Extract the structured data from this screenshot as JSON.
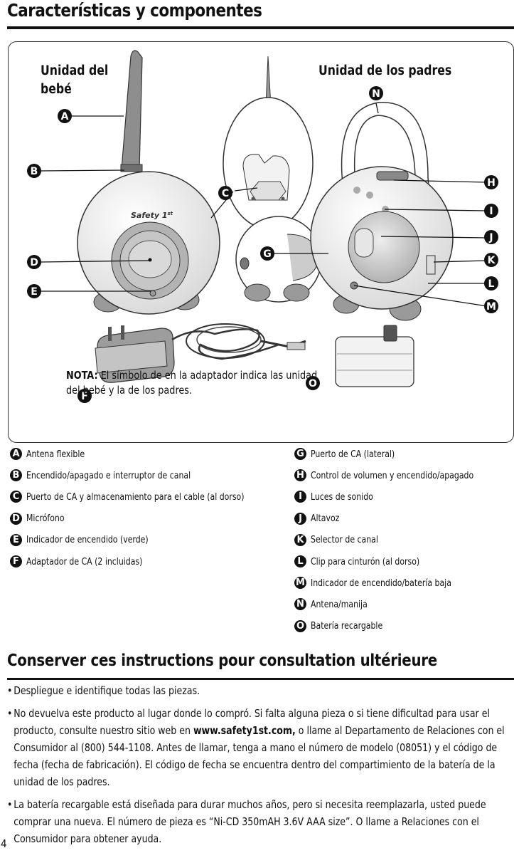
{
  "title": "Características y componentes",
  "diagram": {
    "label_baby_line1": "Unidad del",
    "label_baby_line2": "bebé",
    "label_parent": "Unidad de los padres",
    "brand_logo": "Safety 1st",
    "note_label": "NOTA:",
    "note_line1": " El símbolo de en la adaptador indica las unidad",
    "note_line2": "del bebé y la de los padres.",
    "callouts": [
      "A",
      "B",
      "C",
      "D",
      "E",
      "F",
      "G",
      "H",
      "I",
      "J",
      "K",
      "L",
      "M",
      "N",
      "O"
    ]
  },
  "legend_left": [
    {
      "letter": "A",
      "text": "Antena flexible"
    },
    {
      "letter": "B",
      "text": "Encendido/apagado e interruptor de canal"
    },
    {
      "letter": "C",
      "text": "Puerto de CA y almacenamiento para el cable (al dorso)"
    },
    {
      "letter": "D",
      "text": "Micrófono"
    },
    {
      "letter": "E",
      "text": "Indicador de encendido (verde)"
    },
    {
      "letter": "F",
      "text": "Adaptador de CA (2 incluidas)"
    }
  ],
  "legend_right": [
    {
      "letter": "G",
      "text": "Puerto de CA (lateral)"
    },
    {
      "letter": "H",
      "text": "Control de volumen y encendido/apagado"
    },
    {
      "letter": "I",
      "text": "Luces de sonido"
    },
    {
      "letter": "J",
      "text": "Altavoz"
    },
    {
      "letter": "K",
      "text": "Selector de canal"
    },
    {
      "letter": "L",
      "text": "Clip para cinturón (al dorso)"
    },
    {
      "letter": "M",
      "text": "Indicador de encendido/batería baja"
    },
    {
      "letter": "N",
      "text": "Antena/manija"
    },
    {
      "letter": "O",
      "text": "Batería recargable"
    }
  ],
  "section2_title": "Conserver ces instructions pour consultation ultérieure",
  "bullets": [
    {
      "pre": "Despliegue e identifique todas las piezas.",
      "bold": "",
      "post": ""
    },
    {
      "pre": "No devuelva este producto al lugar donde lo compró. Si falta alguna pieza o si tiene dificultad para usar el producto, consulte nuestro sitio web en ",
      "bold": "www.safety1st.com,",
      "post": " o llame al Departamento de Relaciones con el Consumidor al (800) 544-1108. Antes de llamar, tenga a mano el número de modelo (08051) y el código de fecha (fecha de fabricación). El código de fecha se encuentra dentro del compartimiento de la batería de la unidad de los padres."
    },
    {
      "pre": "La batería recargable está diseñada para durar muchos años, pero si necesita reemplazarla, usted puede comprar una nueva. El número de pieza es “Ni-CD 350mAH 3.6V AAA size”. O llame a Relaciones con el Consumidor para obtener ayuda.",
      "bold": "",
      "post": ""
    }
  ],
  "page_number": "4"
}
